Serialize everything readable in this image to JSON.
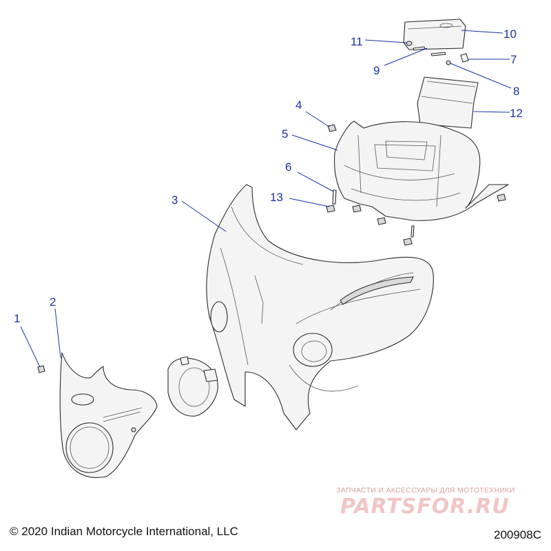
{
  "diagram": {
    "callouts": [
      {
        "id": "1",
        "label": "1"
      },
      {
        "id": "2",
        "label": "2"
      },
      {
        "id": "3",
        "label": "3"
      },
      {
        "id": "4",
        "label": "4"
      },
      {
        "id": "5",
        "label": "5"
      },
      {
        "id": "6",
        "label": "6"
      },
      {
        "id": "7",
        "label": "7"
      },
      {
        "id": "8",
        "label": "8"
      },
      {
        "id": "9",
        "label": "9"
      },
      {
        "id": "10",
        "label": "10"
      },
      {
        "id": "11",
        "label": "11"
      },
      {
        "id": "12",
        "label": "12"
      },
      {
        "id": "13",
        "label": "13"
      }
    ],
    "callout_color": "#1a2fa8",
    "copyright": "© 2020 Indian Motorcycle International, LLC",
    "diagram_code": "200908C"
  },
  "watermark": {
    "tagline": "ЗАПЧАСТИ И АКСЕССУАРЫ ДЛЯ МОТОТЕХНИКИ",
    "brand": "PARTSFOR.RU",
    "color": "#f0c6c6"
  }
}
